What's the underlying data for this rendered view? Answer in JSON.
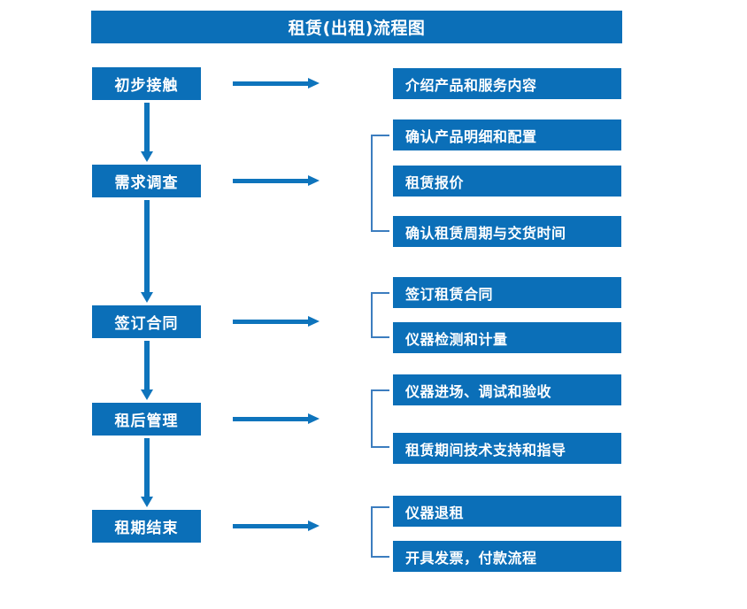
{
  "diagram": {
    "title": "租赁(出租)流程图",
    "accent_color": "#0B6FB8",
    "arrow_color": "#0E74BC",
    "bracket_color": "#3C7DBF",
    "text_color": "#FFFFFF"
  },
  "stages": [
    {
      "label": "初步接触"
    },
    {
      "label": "需求调查"
    },
    {
      "label": "签订合同"
    },
    {
      "label": "租后管理"
    },
    {
      "label": "租期结束"
    }
  ],
  "details": [
    {
      "label": "介绍产品和服务内容"
    },
    {
      "label": "确认产品明细和配置"
    },
    {
      "label": "租赁报价"
    },
    {
      "label": "确认租赁周期与交货时间"
    },
    {
      "label": "签订租赁合同"
    },
    {
      "label": "仪器检测和计量"
    },
    {
      "label": "仪器进场、调试和验收"
    },
    {
      "label": "租赁期间技术支持和指导"
    },
    {
      "label": "仪器退租"
    },
    {
      "label": "开具发票，付款流程"
    }
  ]
}
